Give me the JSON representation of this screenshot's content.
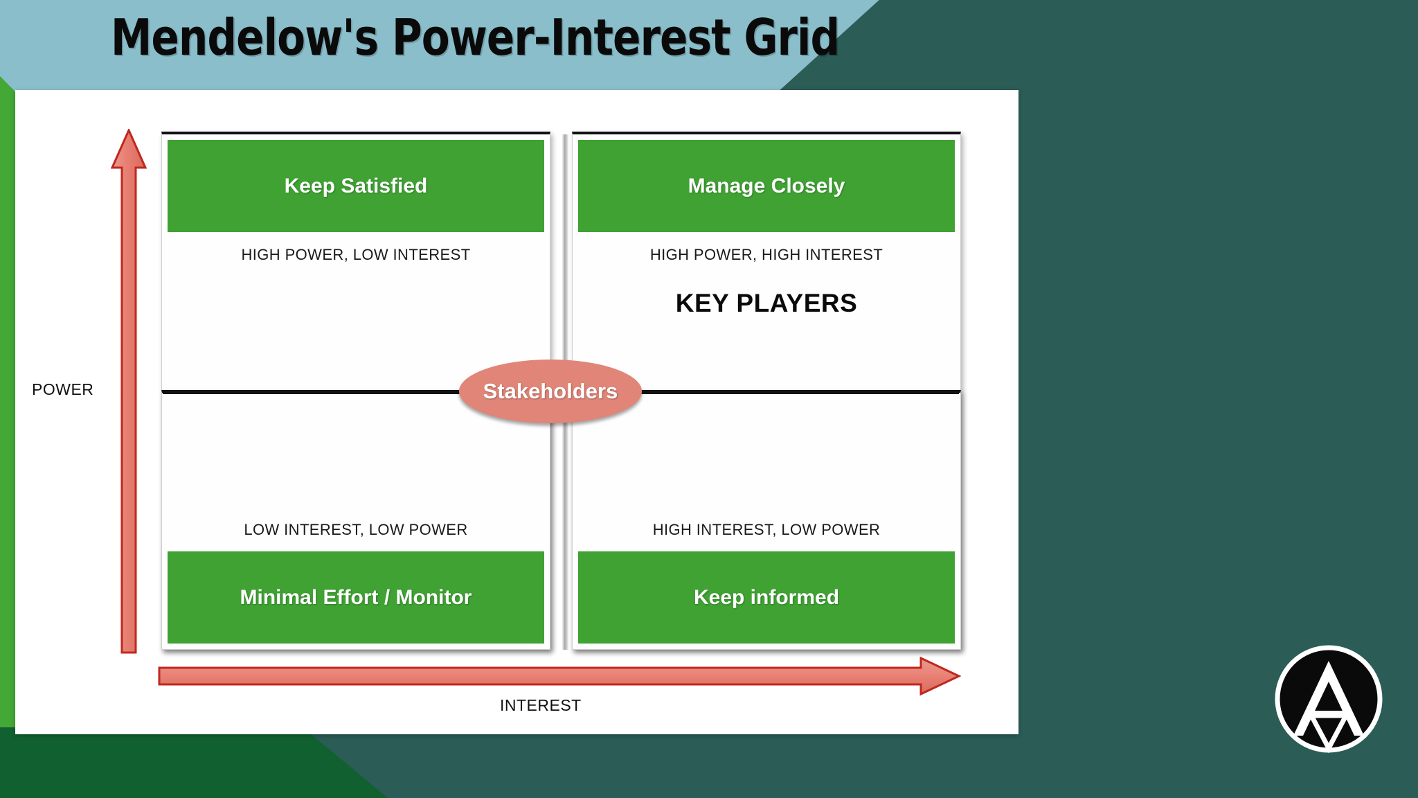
{
  "slide": {
    "title": "Mendelow's Power-Interest Grid",
    "background": {
      "light_blue": "#8ABECB",
      "dark_teal": "#2B5C56",
      "dark_green": "#116130",
      "accent_green": "#43A835",
      "card": "#FFFFFF"
    }
  },
  "axes": {
    "y_label": "POWER",
    "x_label": "INTEREST",
    "arrow_color": "#E47C70",
    "arrow_outline": "#C0271F"
  },
  "center_node": {
    "label": "Stakeholders",
    "fill": "#E08578",
    "text_color": "#FFFFFF"
  },
  "quadrants": [
    {
      "id": "keep-satisfied",
      "position": "top-left",
      "band_label": "Keep Satisfied",
      "descriptor": "HIGH POWER, LOW INTEREST",
      "callout": "",
      "band_color": "#3FA233",
      "band_position": "top"
    },
    {
      "id": "manage-closely",
      "position": "top-right",
      "band_label": "Manage Closely",
      "descriptor": "HIGH POWER, HIGH INTEREST",
      "callout": "KEY PLAYERS",
      "band_color": "#3FA233",
      "band_position": "top"
    },
    {
      "id": "minimal-effort-monitor",
      "position": "bottom-left",
      "band_label": "Minimal Effort / Monitor",
      "descriptor": "LOW INTEREST, LOW POWER",
      "callout": "",
      "band_color": "#3FA233",
      "band_position": "bottom"
    },
    {
      "id": "keep-informed",
      "position": "bottom-right",
      "band_label": "Keep informed",
      "descriptor": "HIGH INTEREST, LOW POWER",
      "callout": "",
      "band_color": "#3FA233",
      "band_position": "bottom"
    }
  ],
  "logo": {
    "name": "circle-triangle-logo",
    "ring_color": "#FFFFFF",
    "fill_color": "#0A0A0A"
  }
}
